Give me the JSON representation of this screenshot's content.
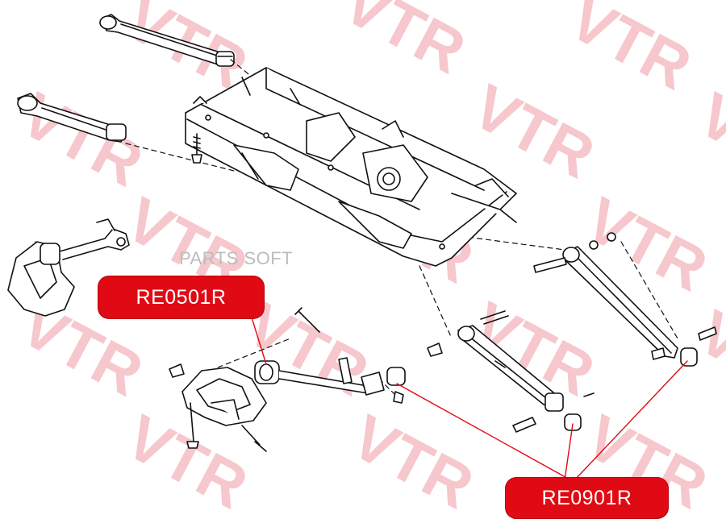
{
  "watermark": {
    "brand": "VTR",
    "color": "#f4b5bb"
  },
  "overlay_text": "PARTS SOFT",
  "callouts": [
    {
      "label": "RE0501R",
      "color": "#e00a14"
    },
    {
      "label": "RE0901R",
      "color": "#e00a14"
    }
  ],
  "icons": {
    "frame": "subframe-illustration",
    "bushing": "bushing-icon",
    "bolt": "bolt-icon"
  }
}
